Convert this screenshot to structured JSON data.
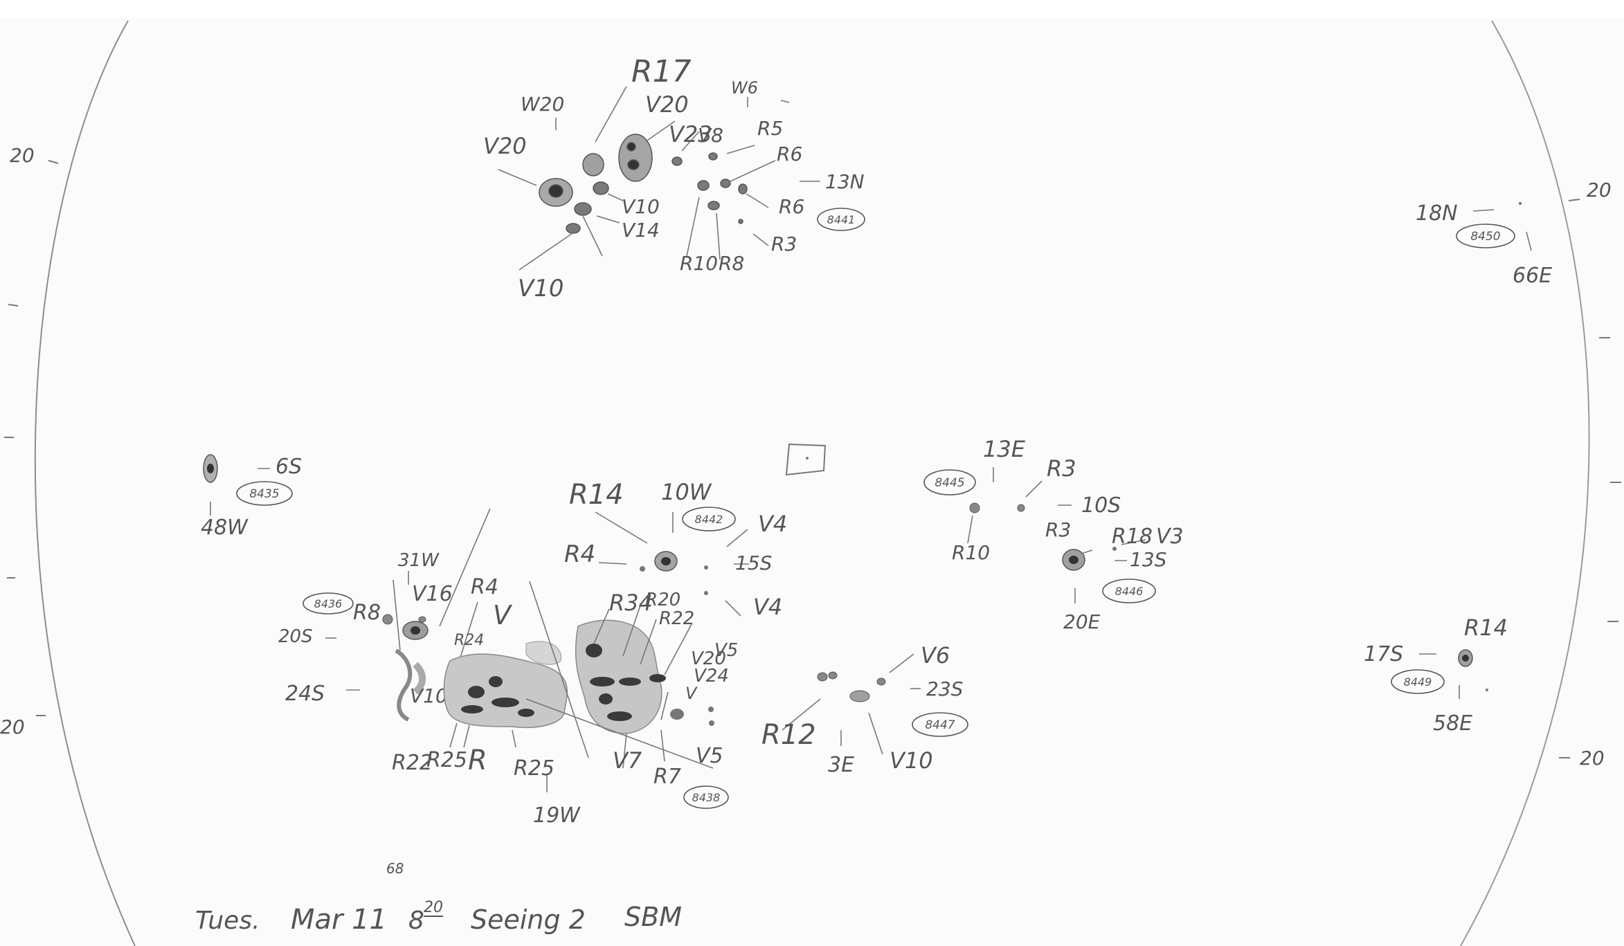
{
  "scale_labels": {
    "left_top": "20",
    "left_bottom": "20",
    "right_top": "20",
    "right_bottom": "20"
  },
  "regions": [
    {
      "number": "8441",
      "labels": [
        "R17",
        "W20",
        "V20",
        "V20",
        "V23",
        "W6",
        "V8",
        "R5",
        "R6",
        "13N",
        "R6",
        "V10",
        "V14",
        "V10",
        "R10",
        "R8",
        "R3"
      ]
    },
    {
      "number": "8450",
      "labels": [
        "18N",
        "66E"
      ]
    },
    {
      "number": "8435",
      "labels": [
        "6S",
        "48W"
      ]
    },
    {
      "number": "8436",
      "labels": [
        "31W",
        "R8",
        "V16",
        "20S",
        "R4",
        "24S",
        "V10"
      ]
    },
    {
      "number": "8442",
      "labels": [
        "R14",
        "10W",
        "V4",
        "R4",
        "15S",
        "V4",
        "R34",
        "R20",
        "R22",
        "V",
        "R24",
        "V20",
        "V24",
        "V5",
        "V",
        "R22",
        "R25",
        "R",
        "R25",
        "V7",
        "R7",
        "V5",
        "19W"
      ]
    },
    {
      "number": "8438",
      "labels": []
    },
    {
      "number": "8445",
      "labels": [
        "13E",
        "R3",
        "10S",
        "R10",
        "R3",
        "R18",
        "V3",
        "13S",
        "20E"
      ]
    },
    {
      "number": "8446",
      "labels": []
    },
    {
      "number": "8447",
      "labels": [
        "V6",
        "23S",
        "R12",
        "3E",
        "V10"
      ]
    },
    {
      "number": "8449",
      "labels": [
        "R14",
        "17S",
        "58E"
      ]
    }
  ],
  "footer": {
    "day": "Tues.",
    "date": "Mar 11",
    "year_sup": "68",
    "time": "8",
    "time_sup": "20",
    "seeing": "Seeing 2",
    "observer": "SBM"
  }
}
